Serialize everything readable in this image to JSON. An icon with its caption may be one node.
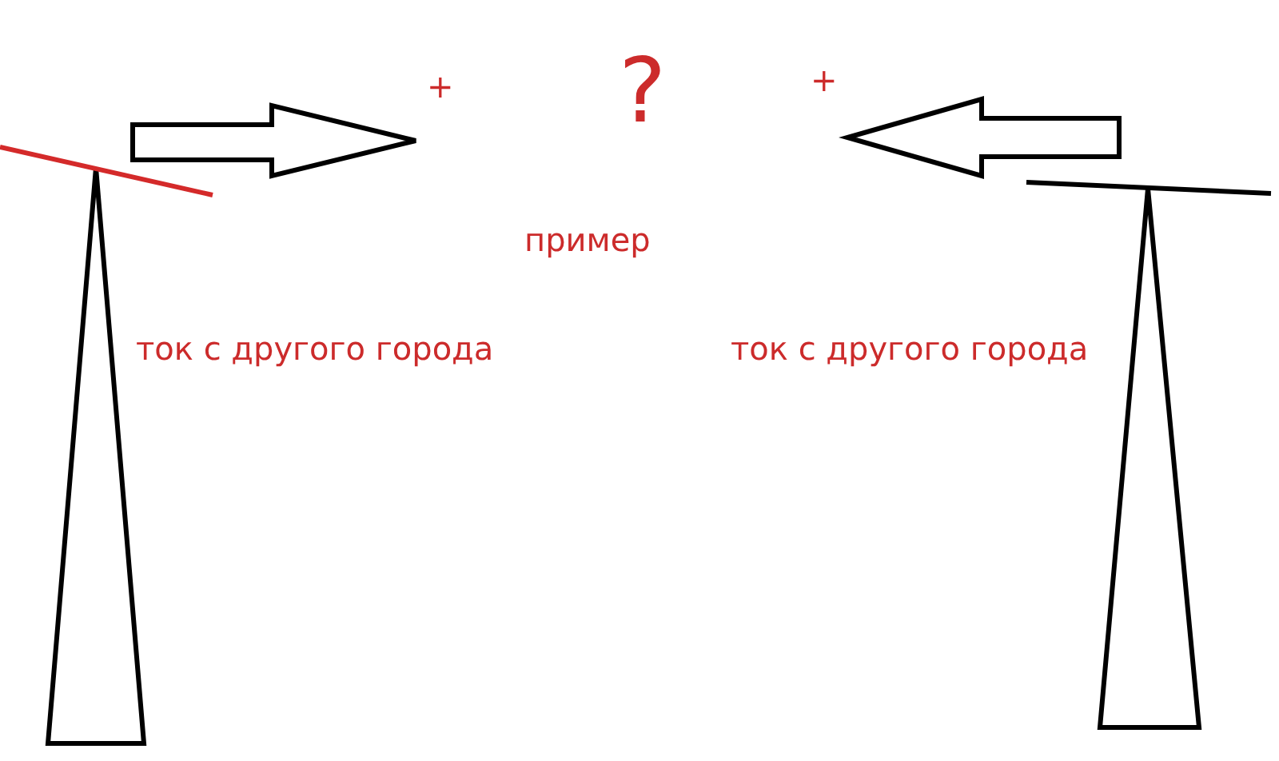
{
  "diagram": {
    "labels": [
      "+",
      "?",
      "+",
      "пример",
      "ток с другого города",
      "ток с другого города"
    ]
  }
}
